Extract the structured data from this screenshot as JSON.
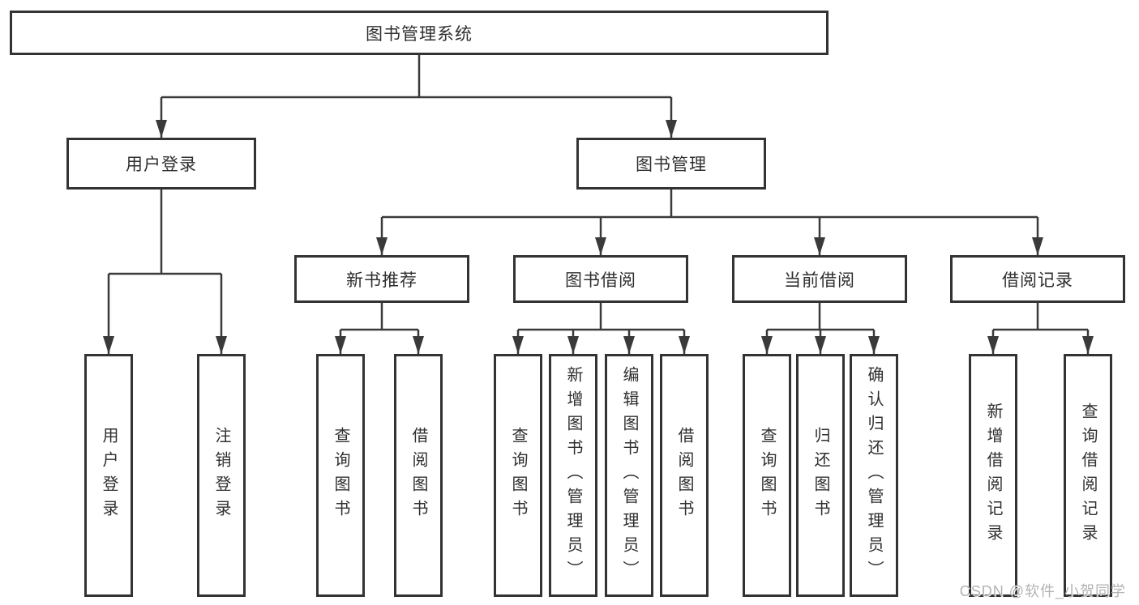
{
  "diagram": {
    "watermark": "CSDN @软件_小贺同学",
    "colors": {
      "line": "#3a3a3a",
      "box_border": "#333333",
      "text": "#2f2f2f",
      "background": "#ffffff",
      "watermark": "#b3b3b3"
    },
    "tree": {
      "label": "图书管理系统",
      "children": [
        {
          "label": "用户登录",
          "children": [
            {
              "label": "用户登录"
            },
            {
              "label": "注销登录"
            }
          ]
        },
        {
          "label": "图书管理",
          "children": [
            {
              "label": "新书推荐",
              "children": [
                {
                  "label": "查询图书"
                },
                {
                  "label": "借阅图书"
                }
              ]
            },
            {
              "label": "图书借阅",
              "children": [
                {
                  "label": "查询图书"
                },
                {
                  "label": "新增图书（管理员）"
                },
                {
                  "label": "编辑图书（管理员）"
                },
                {
                  "label": "借阅图书"
                }
              ]
            },
            {
              "label": "当前借阅",
              "children": [
                {
                  "label": "查询图书"
                },
                {
                  "label": "归还图书"
                },
                {
                  "label": "确认归还（管理员）"
                }
              ]
            },
            {
              "label": "借阅记录",
              "children": [
                {
                  "label": "新增借阅记录"
                },
                {
                  "label": "查询借阅记录"
                }
              ]
            }
          ]
        }
      ]
    }
  }
}
